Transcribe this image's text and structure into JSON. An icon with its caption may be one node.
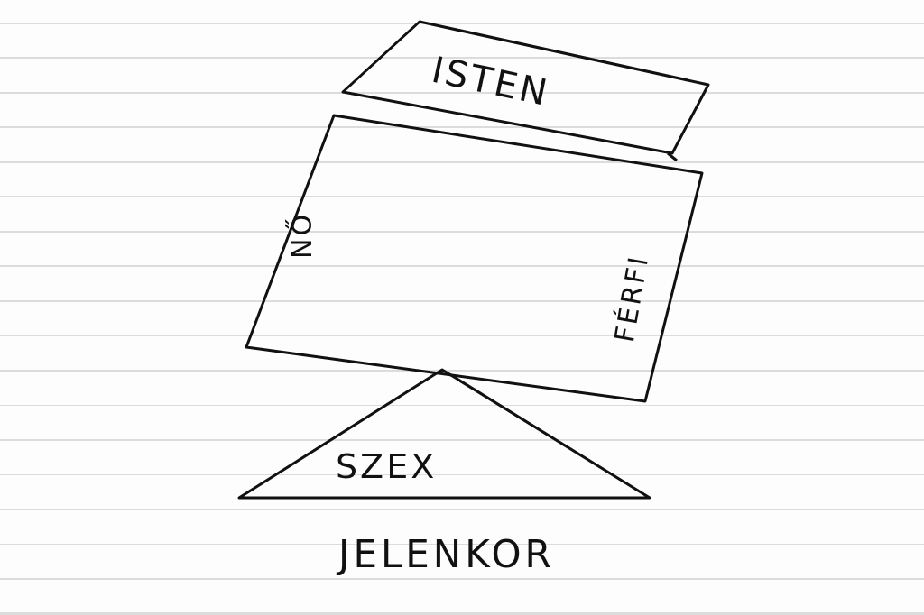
{
  "diagram": {
    "nodes": [
      {
        "text": [
          "ISTEN"
        ]
      },
      {
        "text": [
          "NŐ",
          "FÉRFI"
        ]
      },
      {
        "text": [
          "SZEX"
        ]
      }
    ],
    "labels": [
      "JELENKOR"
    ]
  }
}
